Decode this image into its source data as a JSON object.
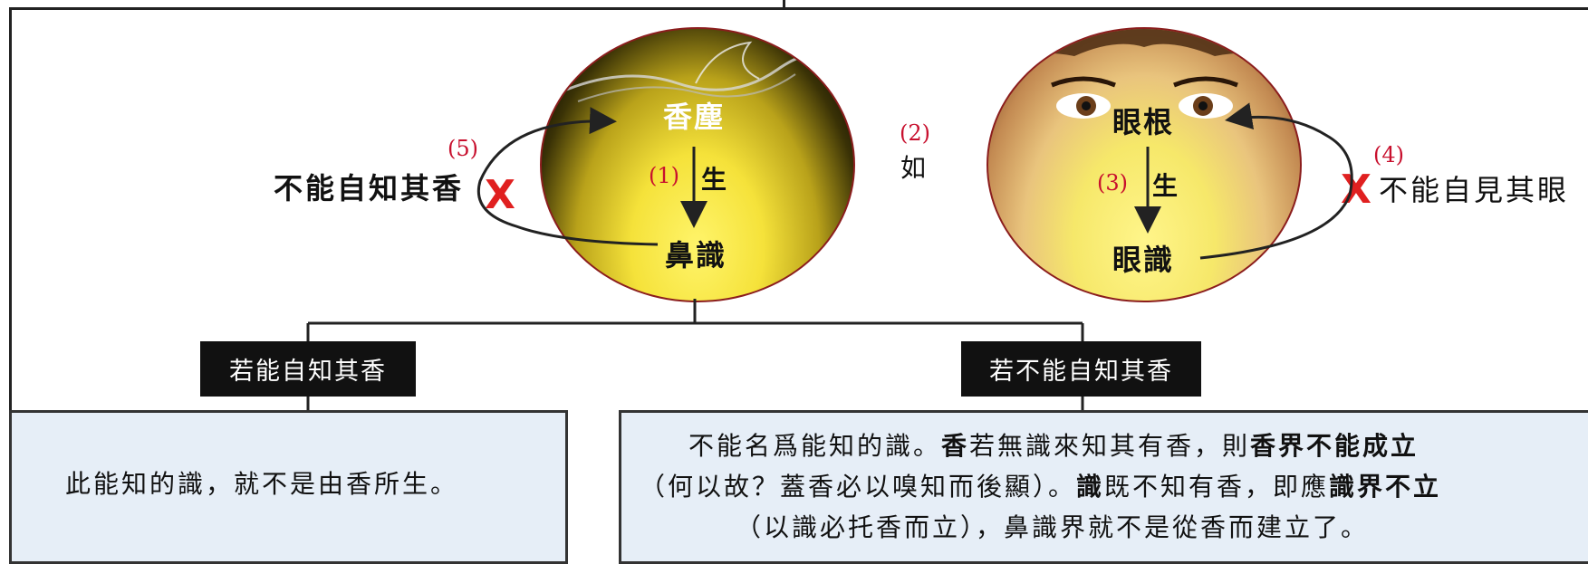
{
  "left_circle": {
    "top_label": "香塵",
    "bottom_label": "鼻識",
    "num": "(1)",
    "sheng": "生",
    "loop_num": "(5)",
    "side_text": "不能自知其香",
    "x_mark": "X"
  },
  "middle": {
    "num": "(2)",
    "text": "如"
  },
  "right_circle": {
    "top_label": "眼根",
    "bottom_label": "眼識",
    "num": "(3)",
    "sheng": "生",
    "loop_num": "(4)",
    "side_text": "不能自見其眼",
    "x_mark": "X"
  },
  "branches": {
    "left_label": "若能自知其香",
    "right_label": "若不能自知其香"
  },
  "left_box": {
    "text": "此能知的識，就不是由香所生。"
  },
  "right_box": {
    "line1_a": "不能名爲能知的識。",
    "line1_b": "香",
    "line1_c": "若無識來知其有香，則",
    "line1_d": "香界不能成立",
    "line2_a": "（何以故？蓋香必以嗅知而後顯）。",
    "line2_b": "識",
    "line2_c": "既不知有香，即應",
    "line2_d": "識界不立",
    "line3": "（以識必托香而立），鼻識界就不是從香而建立了。"
  },
  "colors": {
    "accent_red": "#c8102e",
    "box_fill": "#e6eef7",
    "label_fill": "#111111"
  }
}
